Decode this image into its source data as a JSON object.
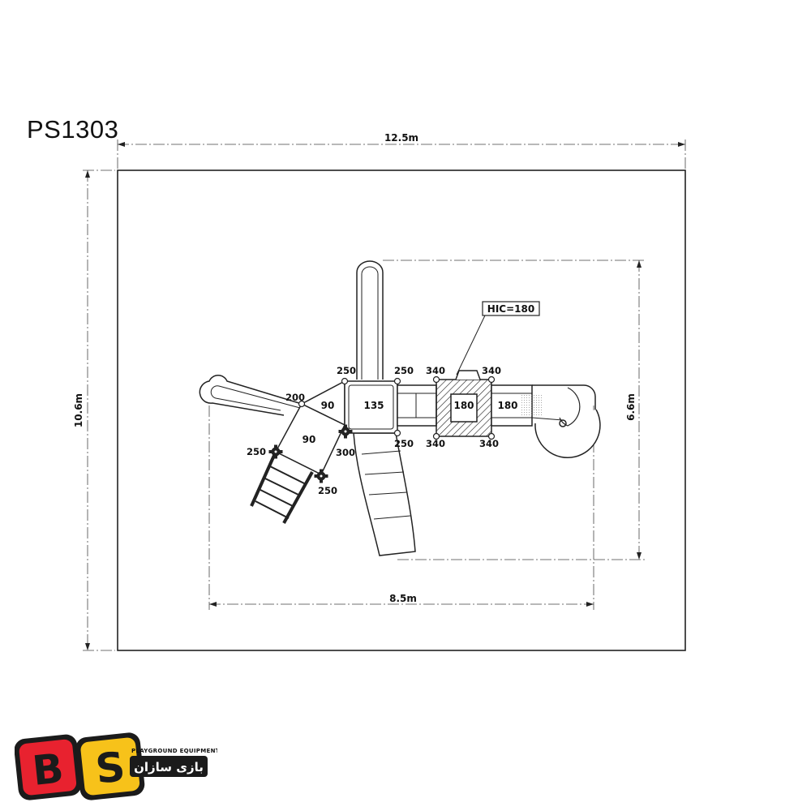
{
  "title": "PS1303",
  "dimensions": {
    "overall_width": "12.5m",
    "overall_height": "10.6m",
    "equipment_width": "8.5m",
    "equipment_height": "6.6m"
  },
  "hic_label": "HIC=180",
  "platforms": {
    "main": "135",
    "triangle": "90",
    "left_square": "90",
    "hatched": "180",
    "bridge": "180"
  },
  "post_heights": {
    "tri_tip": "200",
    "main_top_left": "250",
    "main_top_right": "250",
    "main_bottom_right": "250",
    "left_square_left": "250",
    "left_square_bottom": "250",
    "main_bottom_left": "300",
    "hatch_top_left": "340",
    "hatch_top_right": "340",
    "hatch_bottom_left": "340",
    "hatch_bottom_right": "340"
  },
  "logo": {
    "letters": [
      "B",
      "S"
    ],
    "tagline": "PLAYGROUND EQUIPMENT",
    "name_fa": "بازی سازان",
    "colors": {
      "red": "#e8222f",
      "yellow": "#f7c21a",
      "dark": "#1b1b1b"
    }
  }
}
